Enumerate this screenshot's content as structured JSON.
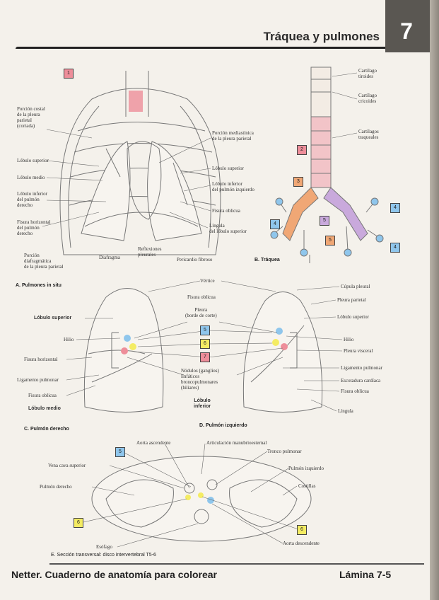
{
  "header": {
    "title": "Tráquea y pulmones",
    "chapter": "7"
  },
  "footer": {
    "book": "Netter. Cuaderno de anatomía para colorear",
    "plate": "Lámina 7-5"
  },
  "colors": {
    "red": "#ee8e9a",
    "orange": "#f0a775",
    "purple": "#c9a9dc",
    "blue": "#8fc6ec",
    "yellow": "#f4ec63",
    "pink": "#f2c4c8"
  },
  "figure_a": {
    "caption": "A. Pulmones in situ",
    "labels": {
      "pleura_costal": "Porción costal\nde la pleura\nparietal\n(cortada)",
      "lobulo_superior_r": "Lóbulo superior",
      "lobulo_medio": "Lóbulo medio",
      "lobulo_inferior_r": "Lóbulo inferior\ndel pulmón\nderecho",
      "fisura_horizontal": "Fisura horizontal\ndel pulmón\nderecho",
      "pleura_diafragmatica": "Porción\ndiafragmática\nde la pleura parietal",
      "diafragma": "Diafragma",
      "reflexiones": "Reflexiones\npleurales",
      "pericardio": "Pericardio fibroso",
      "pleura_mediastinica": "Porción mediastínica\nde la pleura parietal",
      "lobulo_superior_l": "Lóbulo superior",
      "lobulo_inferior_l": "Lóbulo inferior\ndel pulmón izquierdo",
      "fisura_oblicua": "Fisura oblicua",
      "lingula": "Língula\ndel lóbulo superior"
    },
    "key": "1"
  },
  "figure_b": {
    "caption": "B. Tráquea",
    "labels": {
      "tiroides": "Cartílago\ntiroides",
      "cricoides": "Cartílago\ncricoides",
      "traqueales": "Cartílagos\ntraqueales"
    },
    "keys": [
      "2",
      "3",
      "4",
      "4",
      "4",
      "5",
      "5"
    ]
  },
  "figure_c": {
    "caption": "C. Pulmón derecho",
    "labels": {
      "lobulo_superior": "Lóbulo superior",
      "hilio": "Hilio",
      "fisura_horizontal": "Fisura horizontal",
      "ligamento": "Ligamento pulmonar",
      "fisura_oblicua": "Fisura oblicua",
      "lobulo_medio": "Lóbulo medio"
    }
  },
  "figure_d": {
    "caption": "D. Pulmón izquierdo",
    "labels": {
      "cupula": "Cúpula pleural",
      "pleura_parietal": "Pleura parietal",
      "lobulo_superior": "Lóbulo superior",
      "hilio": "Hilio",
      "pleura_visceral": "Pleura visceral",
      "ligamento": "Ligamento pulmonar",
      "escotadura": "Escotadura cardíaca",
      "fisura_oblicua": "Fisura oblicua",
      "lingula": "Língula"
    }
  },
  "shared_labels": {
    "vertice": "Vértice",
    "fisura_oblicua": "Fisura oblicua",
    "pleura_corte": "Pleura\n(borde de corte)",
    "nodulos": "Nódulos (ganglios)\nlinfáticos\nbroncopulmonares\n(hiliares)",
    "lobulo_inferior": "Lóbulo\ninferior",
    "keys": [
      "5",
      "6",
      "7"
    ]
  },
  "figure_e": {
    "caption": "E. Sección transversal: disco intervertebral T5-6",
    "labels": {
      "aorta_ascendente": "Aorta ascendente",
      "articulacion": "Articulación manubrioesternal",
      "tronco": "Tronco pulmonar",
      "vena_cava": "Vena cava superior",
      "pulmon_derecho": "Pulmón derecho",
      "pulmon_izquierdo": "Pulmón izquierdo",
      "costillas": "Costillas",
      "esofago": "Esófago",
      "aorta_descendente": "Aorta descendente"
    },
    "keys": [
      "5",
      "6",
      "6"
    ]
  }
}
